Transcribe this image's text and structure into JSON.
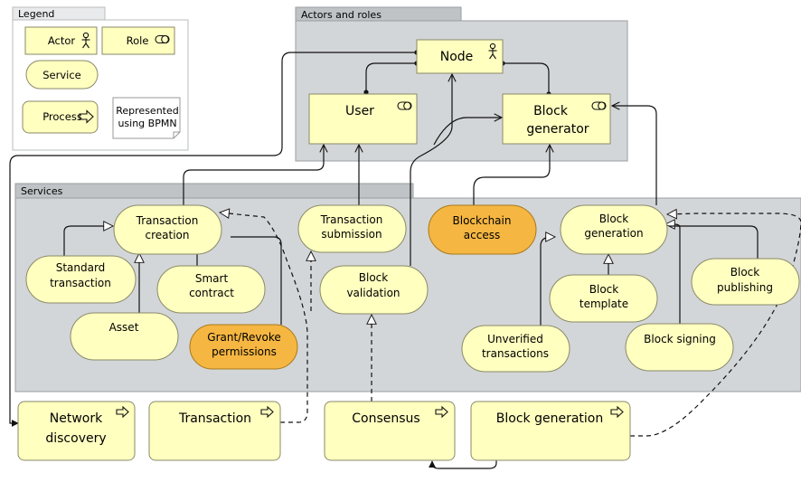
{
  "legend": {
    "title": "Legend",
    "actor": "Actor",
    "role": "Role",
    "service": "Service",
    "process": "Process",
    "note_line1": "Represented",
    "note_line2": "using BPMN"
  },
  "actors_group": {
    "title": "Actors and roles",
    "node": "Node",
    "user": "User",
    "block_generator_line1": "Block",
    "block_generator_line2": "generator"
  },
  "services_group": {
    "title": "Services",
    "transaction_creation_line1": "Transaction",
    "transaction_creation_line2": "creation",
    "transaction_submission_line1": "Transaction",
    "transaction_submission_line2": "submission",
    "blockchain_access_line1": "Blockchain",
    "blockchain_access_line2": "access",
    "block_generation_line1": "Block",
    "block_generation_line2": "generation",
    "standard_transaction_line1": "Standard",
    "standard_transaction_line2": "transaction",
    "smart_contract_line1": "Smart",
    "smart_contract_line2": "contract",
    "block_validation_line1": "Block",
    "block_validation_line2": "validation",
    "asset": "Asset",
    "grant_revoke_line1": "Grant/Revoke",
    "grant_revoke_line2": "permissions",
    "block_template_line1": "Block",
    "block_template_line2": "template",
    "block_publishing_line1": "Block",
    "block_publishing_line2": "publishing",
    "unverified_transactions_line1": "Unverified",
    "unverified_transactions_line2": "transactions",
    "block_signing": "Block signing"
  },
  "processes": {
    "network_discovery_line1": "Network",
    "network_discovery_line2": "discovery",
    "transaction": "Transaction",
    "consensus": "Consensus",
    "block_generation": "Block generation"
  },
  "colors": {
    "element_fill": "#ffffc0",
    "element_stroke": "#8a8a6a",
    "highlight_fill": "#f5b642",
    "highlight_stroke": "#a9791c",
    "group_fill": "#d3d6d8",
    "group_tab": "#bfc3c6",
    "line": "#111111"
  }
}
